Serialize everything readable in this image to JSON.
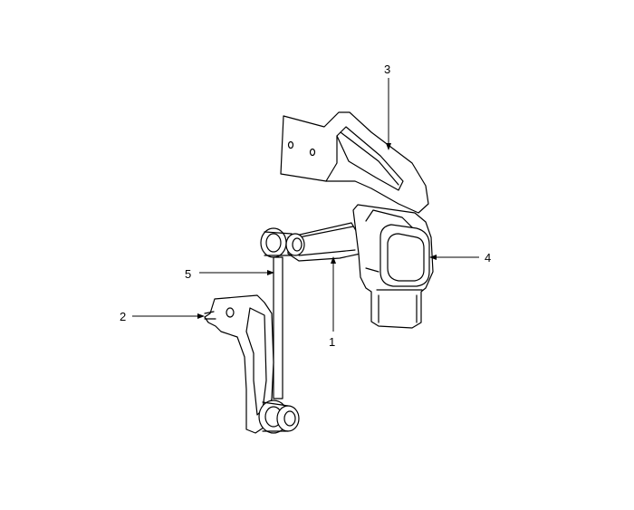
{
  "callouts": {
    "one": "1",
    "two": "2",
    "three": "3",
    "four": "4",
    "five": "5"
  },
  "colors": {
    "line": "#000000",
    "background": "#ffffff"
  }
}
